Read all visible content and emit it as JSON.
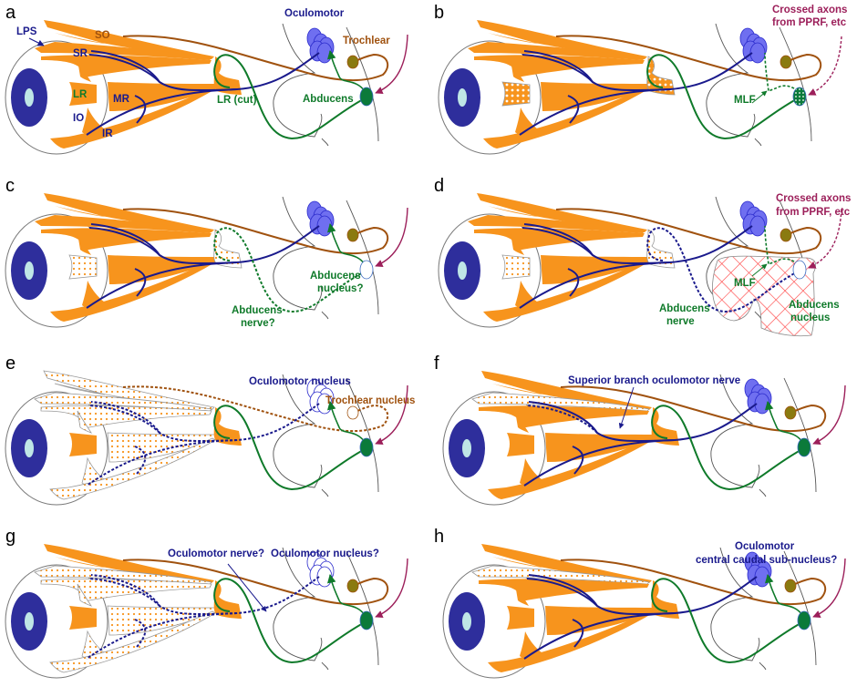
{
  "figure": {
    "colors": {
      "muscle": "#f7941d",
      "muscle_outline": "#8a5a20",
      "oculomotor": "#1a1a8c",
      "oculomotor_nucleus": "#6f6ff0",
      "trochlear": "#a0520f",
      "trochlear_nucleus": "#8a7a10",
      "abducens": "#0f7a2a",
      "abducens_nucleus": "#0b7a3a",
      "pprf": "#9c1f5a",
      "iris": "#2e2e9c",
      "pupil": "#bfe6e6",
      "brainstem": "#555555",
      "lesion": "#ff4040"
    },
    "panels": [
      {
        "letter": "a",
        "labels": [
          {
            "key": "lps",
            "text": "LPS",
            "color": "oculomotor"
          },
          {
            "key": "so",
            "text": "SO",
            "color": "trochlear"
          },
          {
            "key": "sr",
            "text": "SR",
            "color": "oculomotor"
          },
          {
            "key": "lr",
            "text": "LR",
            "color": "abducens"
          },
          {
            "key": "mr",
            "text": "MR",
            "color": "oculomotor"
          },
          {
            "key": "io",
            "text": "IO",
            "color": "oculomotor"
          },
          {
            "key": "ir",
            "text": "IR",
            "color": "oculomotor"
          },
          {
            "key": "lrcut",
            "text": "LR (cut)",
            "color": "abducens"
          },
          {
            "key": "oculomotor",
            "text": "Oculomotor",
            "color": "oculomotor"
          },
          {
            "key": "trochlear",
            "text": "Trochlear",
            "color": "trochlear"
          },
          {
            "key": "abducens",
            "text": "Abducens",
            "color": "abducens"
          }
        ]
      },
      {
        "letter": "b",
        "labels": [
          {
            "key": "crossed1",
            "text": "Crossed axons",
            "color": "pprf"
          },
          {
            "key": "crossed2",
            "text": "from PPRF, etc",
            "color": "pprf"
          },
          {
            "key": "mlf",
            "text": "MLF",
            "color": "abducens"
          }
        ]
      },
      {
        "letter": "c",
        "labels": [
          {
            "key": "abdnuc1",
            "text": "Abducens",
            "color": "abducens"
          },
          {
            "key": "abdnuc2",
            "text": "nucleus?",
            "color": "abducens"
          },
          {
            "key": "abdnerve1",
            "text": "Abducens",
            "color": "abducens"
          },
          {
            "key": "abdnerve2",
            "text": "nerve?",
            "color": "abducens"
          }
        ]
      },
      {
        "letter": "d",
        "labels": [
          {
            "key": "crossed1",
            "text": "Crossed axons",
            "color": "pprf"
          },
          {
            "key": "crossed2",
            "text": "from PPRF, etc",
            "color": "pprf"
          },
          {
            "key": "mlf",
            "text": "MLF",
            "color": "abducens"
          },
          {
            "key": "abdnerve1",
            "text": "Abducens",
            "color": "abducens"
          },
          {
            "key": "abdnerve2",
            "text": "nerve",
            "color": "abducens"
          },
          {
            "key": "abdnuc1",
            "text": "Abducens",
            "color": "abducens"
          },
          {
            "key": "abdnuc2",
            "text": "nucleus",
            "color": "abducens"
          }
        ]
      },
      {
        "letter": "e",
        "labels": [
          {
            "key": "ocnuc",
            "text": "Oculomotor nucleus",
            "color": "oculomotor"
          },
          {
            "key": "trnuc",
            "text": "Trochlear nucleus",
            "color": "trochlear"
          }
        ]
      },
      {
        "letter": "f",
        "labels": [
          {
            "key": "supbranch",
            "text": "Superior branch oculomotor nerve",
            "color": "oculomotor"
          }
        ]
      },
      {
        "letter": "g",
        "labels": [
          {
            "key": "ocnerve",
            "text": "Oculomotor nerve?",
            "color": "oculomotor"
          },
          {
            "key": "ocnuc",
            "text": "Oculomotor nucleus?",
            "color": "oculomotor"
          }
        ]
      },
      {
        "letter": "h",
        "labels": [
          {
            "key": "cc1",
            "text": "Oculomotor",
            "color": "oculomotor"
          },
          {
            "key": "cc2",
            "text": "central caudal sub-nucleus?",
            "color": "oculomotor"
          }
        ]
      }
    ]
  }
}
